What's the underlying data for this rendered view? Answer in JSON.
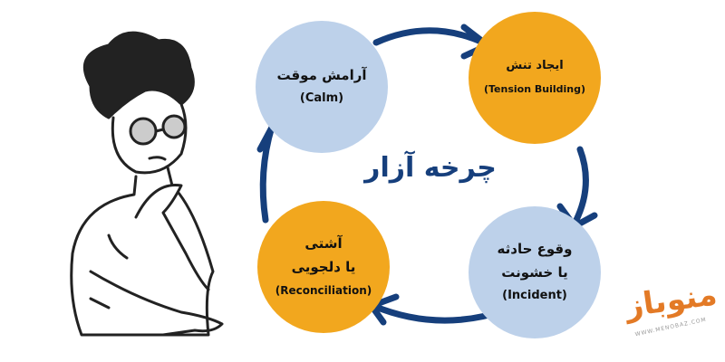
{
  "title": "چرخه آزار",
  "colors": {
    "calm_blue": "#bdd1ea",
    "orange": "#f2a71e",
    "arrow_navy": "#163f7c",
    "logo_orange": "#e37a26"
  },
  "nodes": [
    {
      "fa": "آرامش موقت",
      "en": "(Calm)"
    },
    {
      "fa": "ایجاد تنش",
      "en": "(Tension Building)"
    },
    {
      "fa": "وقوع حادثه",
      "fa2": "یا خشونت",
      "en": "(Incident)"
    },
    {
      "fa": "آشتی",
      "fa2": "یا دلجویی",
      "en": "(Reconciliation)"
    }
  ],
  "logo": {
    "text": "منوباز",
    "url": "WWW.MENOBAZ.COM"
  }
}
